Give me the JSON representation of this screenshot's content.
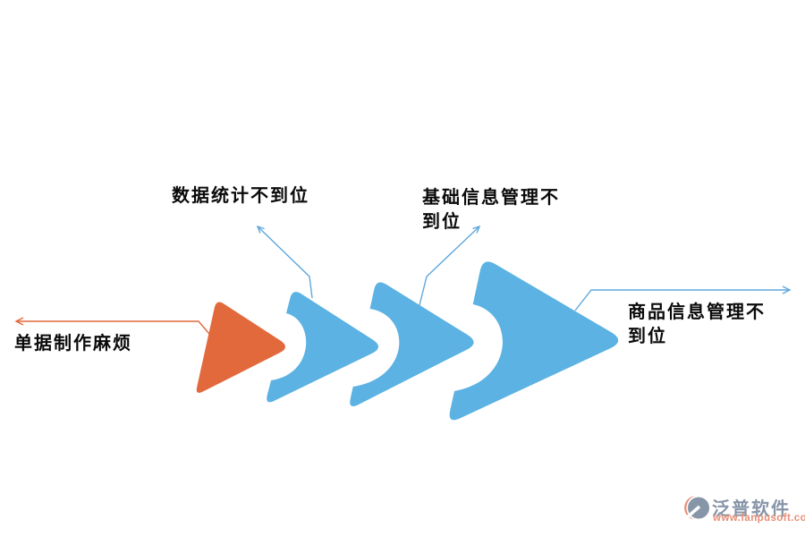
{
  "page": {
    "background": "#ffffff"
  },
  "colors": {
    "orange": "#e2693c",
    "blue": "#5bb2e3",
    "connector_orange": "#e2693c",
    "connector_blue": "#5fa8dc",
    "label_text": "#0a0a0a",
    "watermark_gray": "#8795a8",
    "watermark_orange": "#e88e76"
  },
  "diagram": {
    "type": "chevron-flow",
    "direction": "left-to-right",
    "items": [
      {
        "label": "单据制作麻烦",
        "color": "#e2693c"
      },
      {
        "label": "数据统计不到位",
        "color": "#5bb2e3"
      },
      {
        "label": "基础信息管理不到位",
        "color": "#5bb2e3"
      },
      {
        "label": "商品信息管理不到位",
        "color": "#5bb2e3"
      }
    ]
  },
  "watermark": {
    "brand": "泛普软件",
    "url": "www.fanpusoft.com"
  }
}
